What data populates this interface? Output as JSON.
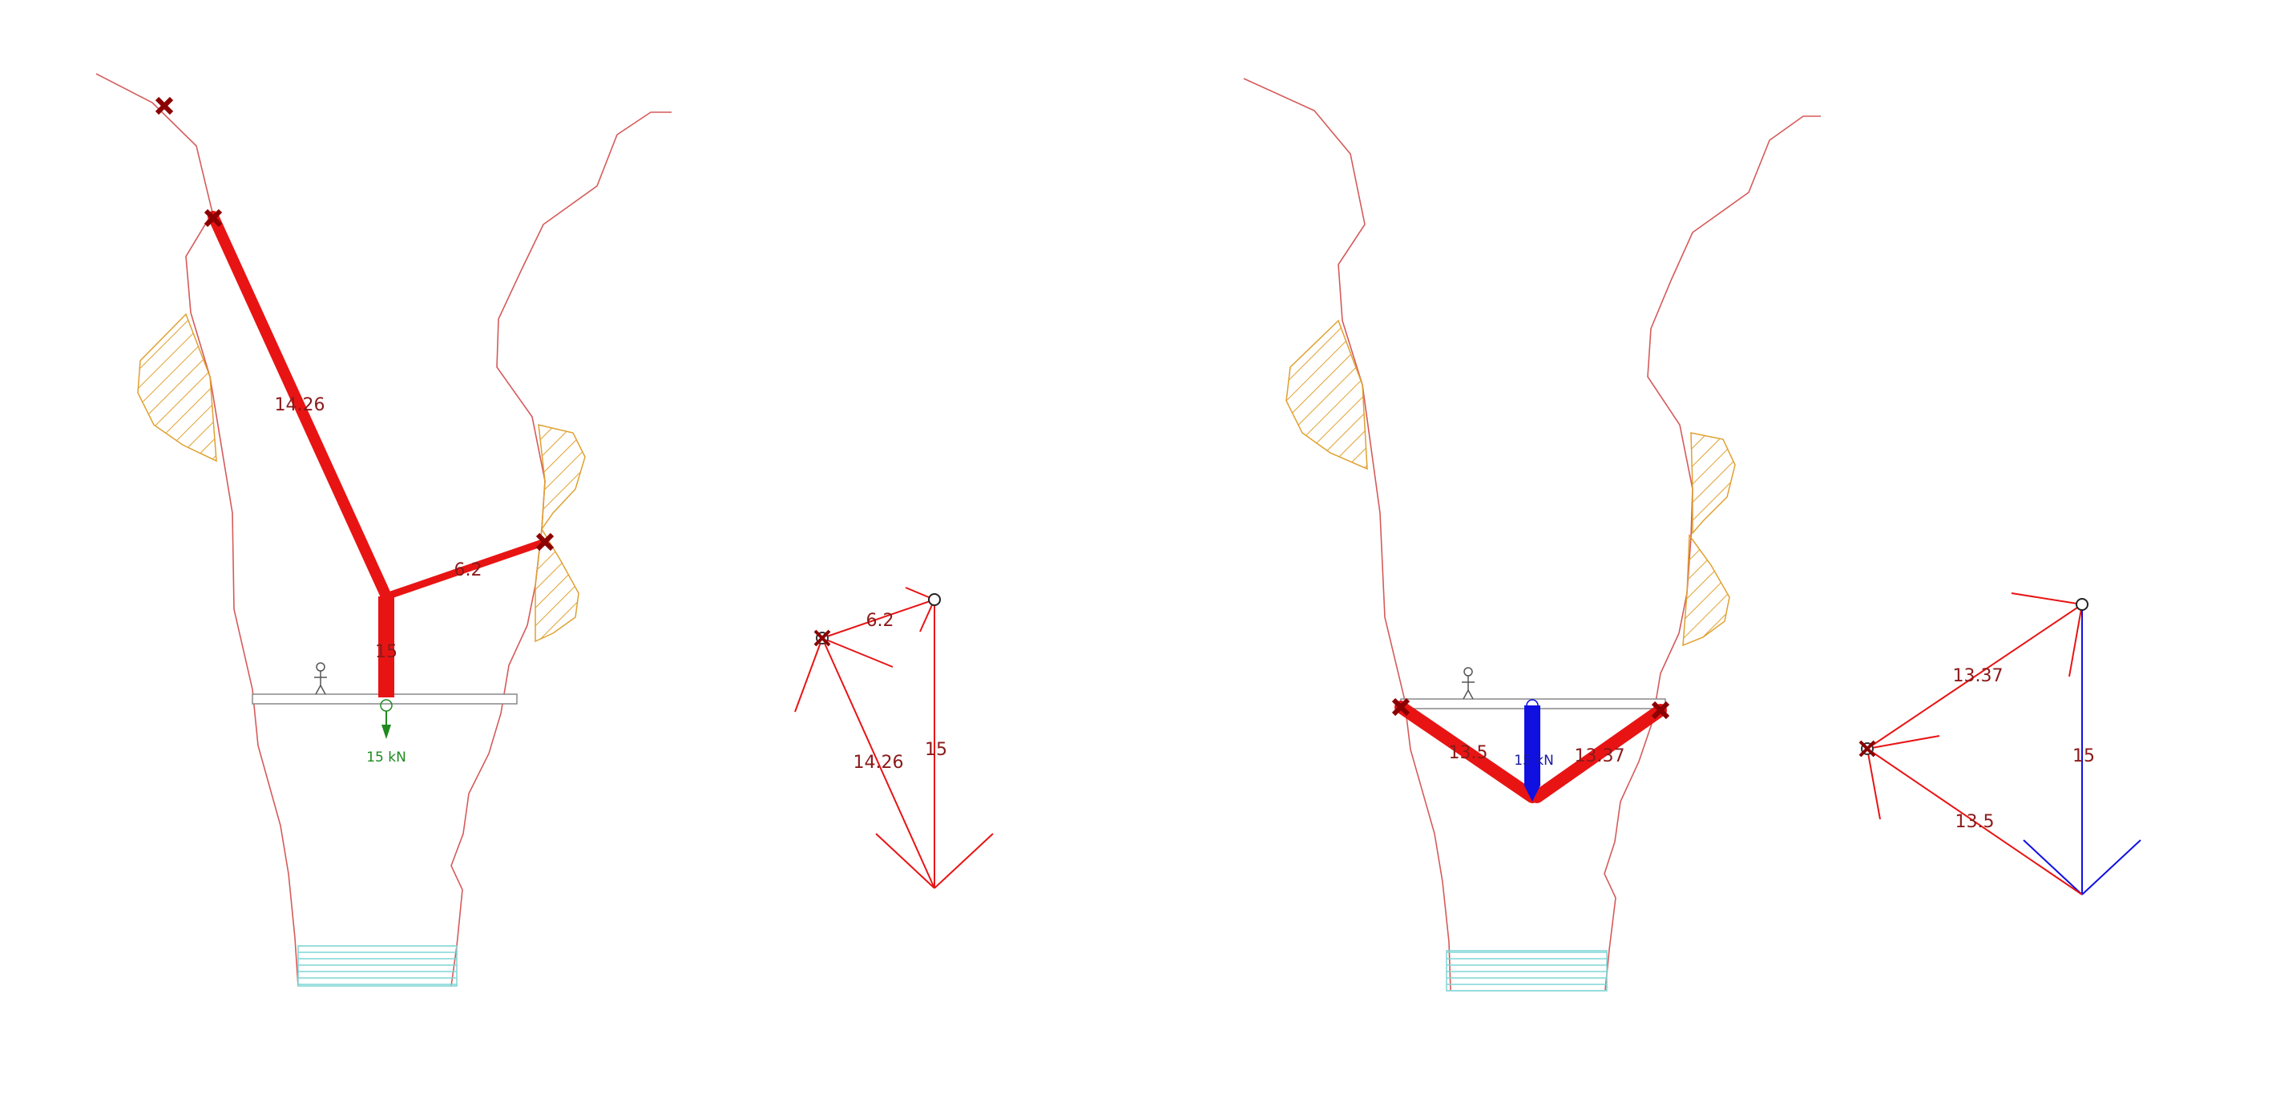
{
  "colors": {
    "canyon_wall": "#d65a5a",
    "rope": "#e81414",
    "rope_dark": "#b00000",
    "anchor": "#8b0000",
    "hatch": "#e0a030",
    "water": "#7fd6d6",
    "load_green": "#1f8a1f",
    "load_blue": "#1010e0",
    "label": "#8b1a1a"
  },
  "left_scene": {
    "rope_long_label": "14.26",
    "rope_short_label": "6.2",
    "rope_vertical_label": "15",
    "load_label": "15 kN"
  },
  "left_polygon": {
    "short_label": "6.2",
    "long_label": "14.26",
    "vertical_label": "15"
  },
  "right_scene": {
    "rope_left_label": "13.5",
    "rope_right_label": "13.37",
    "load_label": "15 kN"
  },
  "right_polygon": {
    "upper_label": "13.37",
    "lower_label": "13.5",
    "vertical_label": "15"
  }
}
